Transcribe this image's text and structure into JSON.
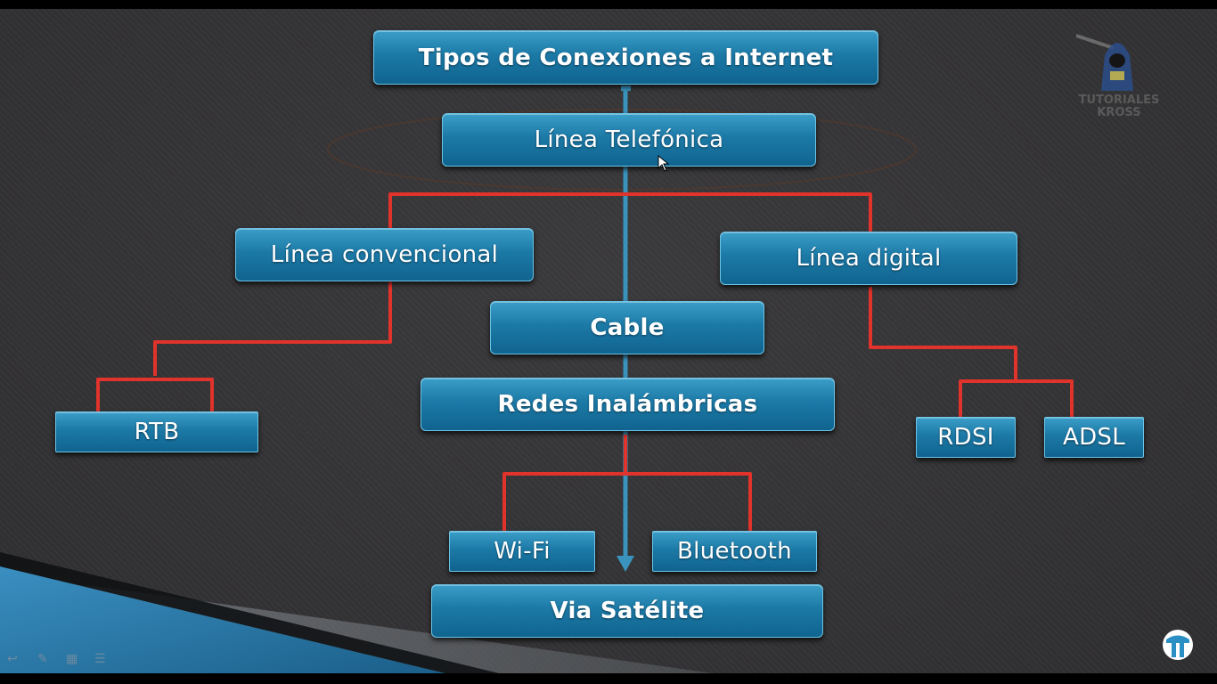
{
  "diagram": {
    "title": "Tipos de Conexiones a Internet",
    "nodes": {
      "linea_telefonica": "Línea Telefónica",
      "linea_convencional": "Línea convencional",
      "linea_digital": "Línea digital",
      "cable": "Cable",
      "redes_inalambricas": "Redes Inalámbricas",
      "rtb": "RTB",
      "rdsi": "RDSI",
      "adsl": "ADSL",
      "wifi": "Wi-Fi",
      "bluetooth": "Bluetooth",
      "via_satelite": "Via Satélite"
    }
  },
  "watermark": {
    "line1": "TUTORIALES",
    "line2": "KROSS"
  },
  "colors": {
    "box_top": "#3a9ec8",
    "box_bottom": "#10648f",
    "connector_red": "#e0332b",
    "arrow_blue": "#3a93bd",
    "background": "#333234"
  },
  "icons": {
    "logo": "hooded-figure-icon",
    "brand": "t-logo-icon"
  }
}
